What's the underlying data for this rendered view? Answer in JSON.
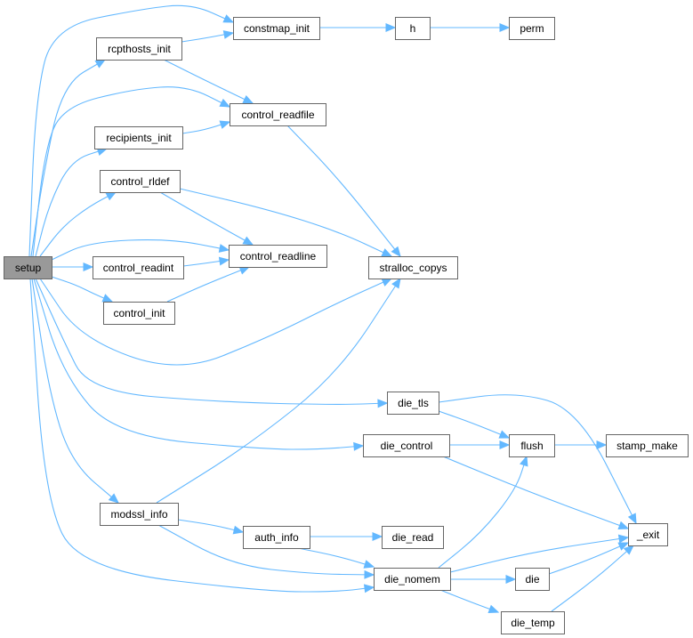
{
  "graph": {
    "root": "setup",
    "nodes": {
      "setup": "setup",
      "rcpthosts_init": "rcpthosts_init",
      "constmap_init": "constmap_init",
      "h": "h",
      "perm": "perm",
      "control_readfile": "control_readfile",
      "recipients_init": "recipients_init",
      "control_rldef": "control_rldef",
      "control_readint": "control_readint",
      "control_readline": "control_readline",
      "stralloc_copys": "stralloc_copys",
      "control_init": "control_init",
      "die_tls": "die_tls",
      "die_control": "die_control",
      "flush": "flush",
      "stamp_make": "stamp_make",
      "_exit": "_exit",
      "modssl_info": "modssl_info",
      "auth_info": "auth_info",
      "die_read": "die_read",
      "die_nomem": "die_nomem",
      "die": "die",
      "die_temp": "die_temp"
    },
    "edges": [
      [
        "setup",
        "constmap_init"
      ],
      [
        "setup",
        "rcpthosts_init"
      ],
      [
        "setup",
        "control_readfile"
      ],
      [
        "setup",
        "recipients_init"
      ],
      [
        "setup",
        "control_rldef"
      ],
      [
        "setup",
        "control_readline"
      ],
      [
        "setup",
        "control_readint"
      ],
      [
        "setup",
        "control_init"
      ],
      [
        "setup",
        "stralloc_copys"
      ],
      [
        "setup",
        "die_tls"
      ],
      [
        "setup",
        "die_control"
      ],
      [
        "setup",
        "modssl_info"
      ],
      [
        "setup",
        "die_nomem"
      ],
      [
        "rcpthosts_init",
        "constmap_init"
      ],
      [
        "rcpthosts_init",
        "control_readfile"
      ],
      [
        "constmap_init",
        "h"
      ],
      [
        "h",
        "perm"
      ],
      [
        "recipients_init",
        "control_readfile"
      ],
      [
        "control_readfile",
        "stralloc_copys"
      ],
      [
        "control_rldef",
        "control_readline"
      ],
      [
        "control_rldef",
        "stralloc_copys"
      ],
      [
        "control_readint",
        "control_readline"
      ],
      [
        "control_init",
        "control_readline"
      ],
      [
        "die_tls",
        "flush"
      ],
      [
        "die_tls",
        "_exit"
      ],
      [
        "die_control",
        "flush"
      ],
      [
        "die_control",
        "_exit"
      ],
      [
        "flush",
        "stamp_make"
      ],
      [
        "modssl_info",
        "stralloc_copys"
      ],
      [
        "modssl_info",
        "auth_info"
      ],
      [
        "modssl_info",
        "die_nomem"
      ],
      [
        "auth_info",
        "die_read"
      ],
      [
        "auth_info",
        "die_nomem"
      ],
      [
        "die_nomem",
        "flush"
      ],
      [
        "die_nomem",
        "_exit"
      ],
      [
        "die_nomem",
        "die"
      ],
      [
        "die_nomem",
        "die_temp"
      ],
      [
        "die",
        "_exit"
      ],
      [
        "die_temp",
        "_exit"
      ]
    ]
  },
  "colors": {
    "edge": "#63b8ff",
    "root_fill": "#999999",
    "node_fill": "#ffffff",
    "node_border": "#666666"
  }
}
